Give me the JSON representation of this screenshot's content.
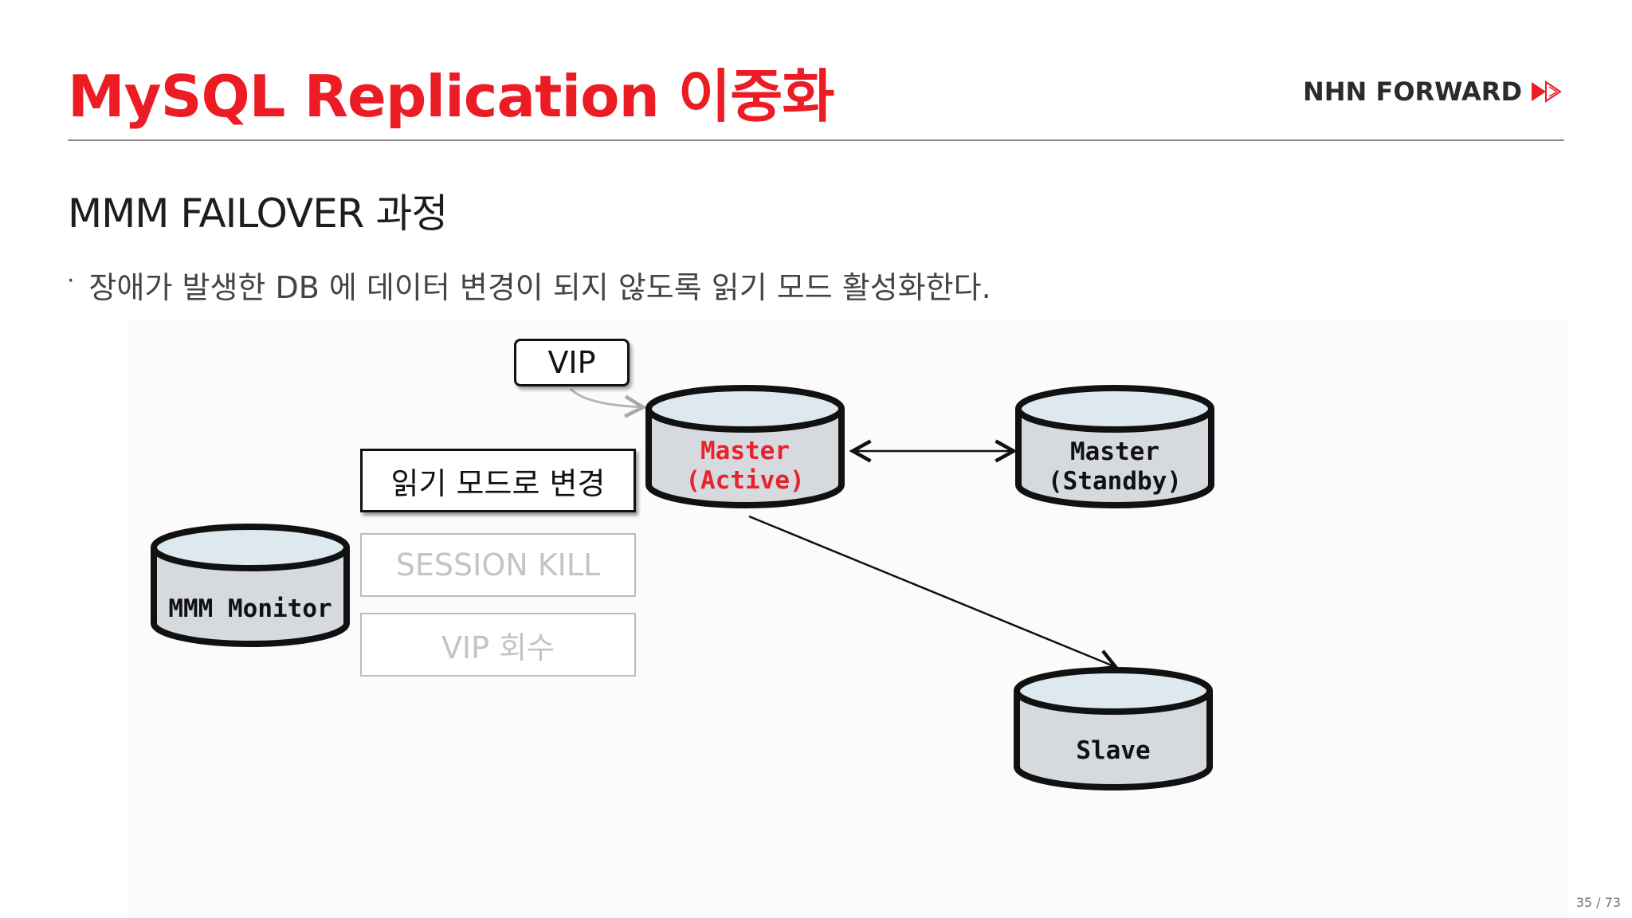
{
  "header": {
    "title": "MySQL Replication 이중화",
    "brand": "NHN FORWARD"
  },
  "section": {
    "heading": "MMM FAILOVER 과정",
    "bullet_marker": "·",
    "bullet_text": "장애가 발생한 DB 에 데이터 변경이 되지 않도록 읽기 모드 활성화한다."
  },
  "diagram": {
    "vip_label": "VIP",
    "steps": [
      {
        "label": "읽기 모드로 변경",
        "state": "active"
      },
      {
        "label": "SESSION KILL",
        "state": "pending"
      },
      {
        "label": "VIP 회수",
        "state": "pending"
      }
    ],
    "databases": {
      "monitor": {
        "label": "MMM Monitor"
      },
      "master_active": {
        "line1": "Master",
        "line2": "(Active)"
      },
      "master_standby": {
        "line1": "Master",
        "line2": "(Standby)"
      },
      "slave": {
        "label": "Slave"
      }
    },
    "colors": {
      "title_red": "#ec1c24",
      "active_label_red": "#e8232d",
      "db_body": "#d6dadf",
      "db_top": "#dde8ef",
      "dim_text": "#c4c4c4"
    }
  },
  "footer": {
    "page": "35 / 73"
  }
}
